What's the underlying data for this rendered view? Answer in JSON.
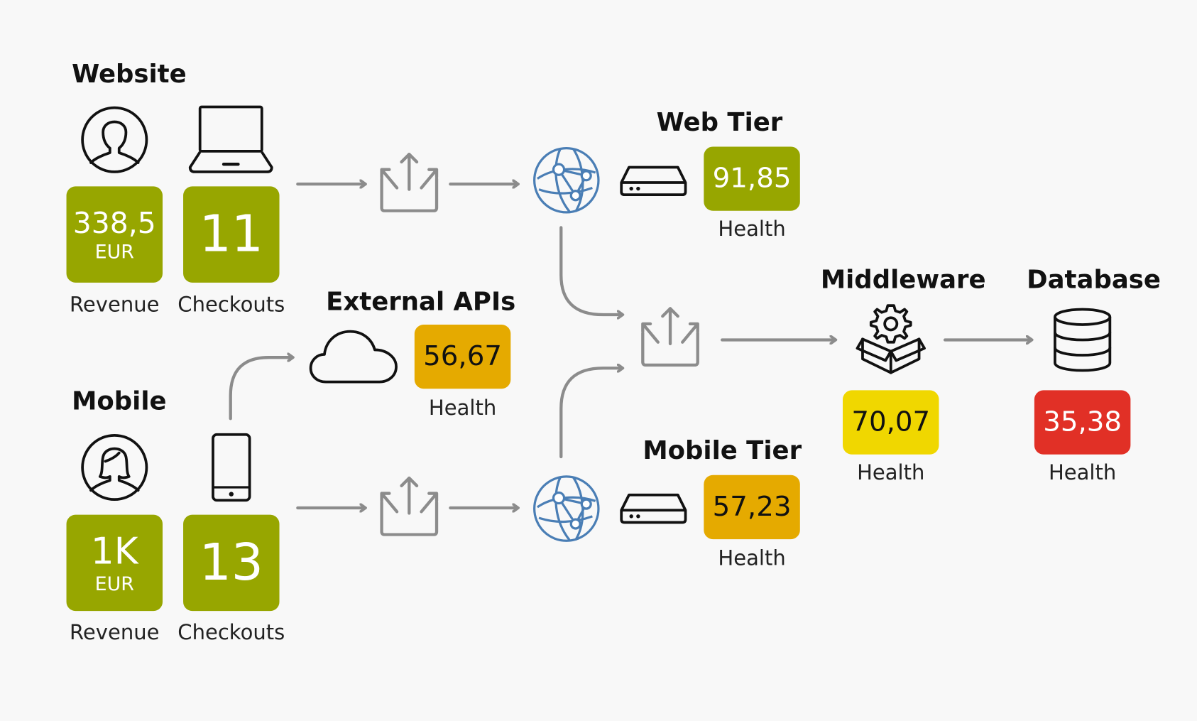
{
  "colors": {
    "ok": "#97a600",
    "warn": "#e5aa00",
    "caution": "#f0d700",
    "critical": "#e13026",
    "connector": "#8c8c8c",
    "network": "#4a7eb5"
  },
  "website": {
    "title": "Website",
    "revenue": {
      "value": "338,5",
      "unit": "EUR",
      "label": "Revenue"
    },
    "checkouts": {
      "value": "11",
      "label": "Checkouts"
    },
    "icons": [
      "user-male-icon",
      "laptop-icon"
    ]
  },
  "mobile": {
    "title": "Mobile",
    "revenue": {
      "value": "1K",
      "unit": "EUR",
      "label": "Revenue"
    },
    "checkouts": {
      "value": "13",
      "label": "Checkouts"
    },
    "icons": [
      "user-female-icon",
      "smartphone-icon"
    ]
  },
  "external_apis": {
    "title": "External APIs",
    "health": "56,67",
    "label": "Health",
    "icon": "cloud-icon"
  },
  "web_tier": {
    "title": "Web Tier",
    "health": "91,85",
    "label": "Health",
    "icon": "server-icon"
  },
  "mobile_tier": {
    "title": "Mobile Tier",
    "health": "57,23",
    "label": "Health",
    "icon": "server-icon"
  },
  "middleware": {
    "title": "Middleware",
    "health": "70,07",
    "label": "Health",
    "icon": "gear-box-icon"
  },
  "database": {
    "title": "Database",
    "health": "35,38",
    "label": "Health",
    "icon": "database-icon"
  },
  "flow_icons": [
    "share-icon",
    "globe-network-icon"
  ]
}
